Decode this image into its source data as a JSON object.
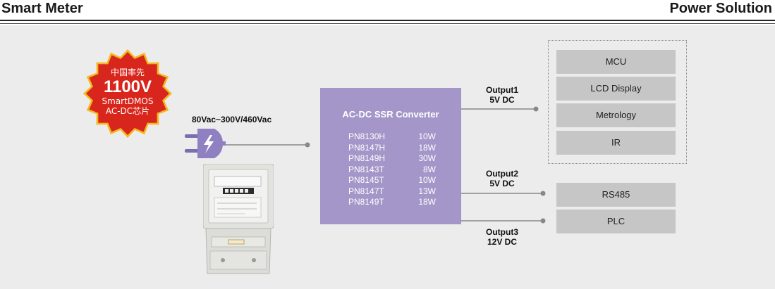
{
  "header": {
    "left_title": "Smart Meter",
    "right_title": "Power Solution"
  },
  "badge": {
    "line1": "中国率先",
    "line2": "1100V",
    "line3": "SmartDMOS",
    "line4": "AC-DC芯片",
    "color": "#d9261c",
    "rim_color": "#f2b81f"
  },
  "input": {
    "label": "80Vac~300V/460Vac"
  },
  "converter": {
    "title": "AC-DC SSR Converter",
    "color": "#a496c8",
    "parts": [
      {
        "pn": "PN8130H",
        "w": "10W"
      },
      {
        "pn": "PN8147H",
        "w": "18W"
      },
      {
        "pn": "PN8149H",
        "w": "30W"
      },
      {
        "pn": "PN8143T",
        "w": "8W"
      },
      {
        "pn": "PN8145T",
        "w": "10W"
      },
      {
        "pn": "PN8147T",
        "w": "13W"
      },
      {
        "pn": "PN8149T",
        "w": "18W"
      }
    ]
  },
  "outputs": [
    {
      "name": "Output1",
      "voltage": "5V DC"
    },
    {
      "name": "Output2",
      "voltage": "5V DC"
    },
    {
      "name": "Output3",
      "voltage": "12V DC"
    }
  ],
  "loads": {
    "group1": [
      "MCU",
      "LCD Display",
      "Metrology",
      "IR"
    ],
    "rs485": "RS485",
    "plc": "PLC"
  }
}
